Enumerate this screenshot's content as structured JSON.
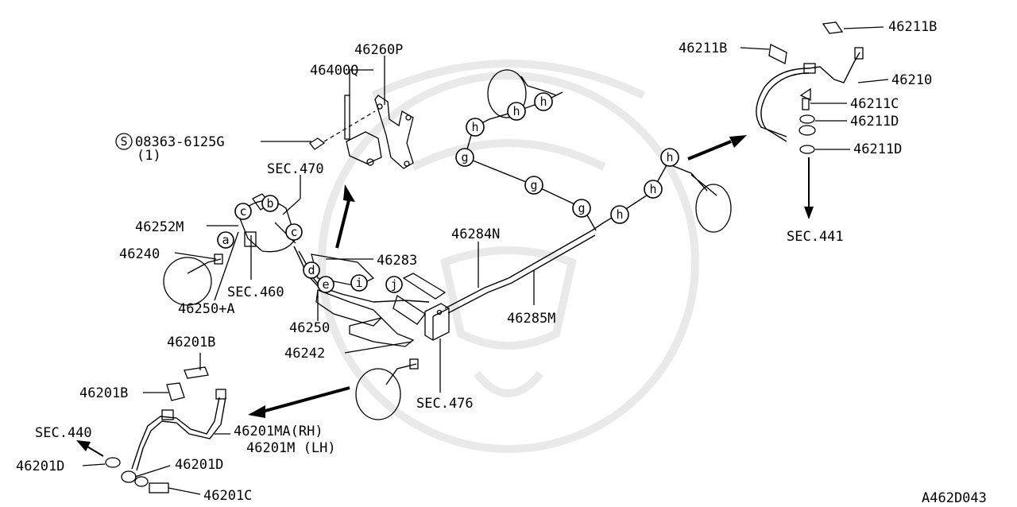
{
  "diagram": {
    "drawing_code": "A462D043",
    "parts": {
      "p46260P": "46260P",
      "p46400Q": "46400Q",
      "bolt_code": "08363-6125G",
      "bolt_qty": "(1)",
      "bolt_symbol": "S",
      "sec470": "SEC.470",
      "p46252M": "46252M",
      "p46240": "46240",
      "sec460": "SEC.460",
      "p46250A": "46250+A",
      "p46283": "46283",
      "p46250": "46250",
      "p46242": "46242",
      "p46284N": "46284N",
      "p46285M": "46285M",
      "sec476": "SEC.476",
      "p46201B_top": "46201B",
      "p46201B_left": "46201B",
      "sec440": "SEC.440",
      "p46201MA": "46201MA(RH)",
      "p46201M": "46201M (LH)",
      "p46201D_left": "46201D",
      "p46201D_right": "46201D",
      "p46201C": "46201C",
      "p46211B_top": "46211B",
      "p46211B_left": "46211B",
      "p46210": "46210",
      "p46211C": "46211C",
      "p46211D_a": "46211D",
      "p46211D_b": "46211D",
      "sec441": "SEC.441"
    },
    "bubbles": {
      "a": "a",
      "b": "b",
      "c": "c",
      "d": "d",
      "e": "e",
      "g": "g",
      "h": "h",
      "i": "i",
      "j": "j"
    }
  }
}
